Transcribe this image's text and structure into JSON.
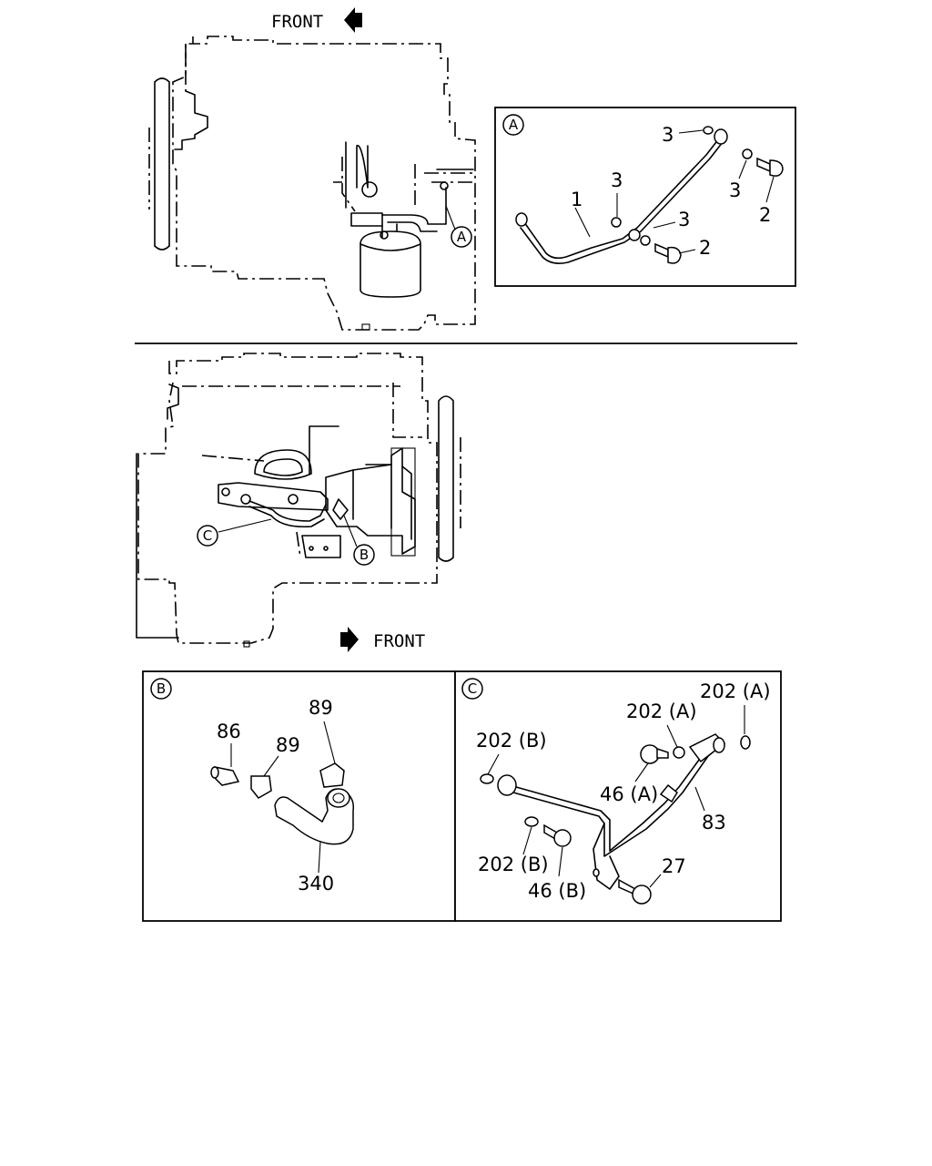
{
  "front_label_top": "FRONT",
  "front_label_bottom": "FRONT",
  "callouts": {
    "A": "A",
    "B": "B",
    "C": "C"
  },
  "detail_A": {
    "letter": "A",
    "parts": [
      "1",
      "2",
      "2",
      "3",
      "3",
      "3",
      "3"
    ]
  },
  "detail_B": {
    "letter": "B",
    "parts": [
      "86",
      "89",
      "89",
      "340"
    ]
  },
  "detail_C": {
    "letter": "C",
    "parts": [
      "202 (A)",
      "202 (A)",
      "202 (B)",
      "202 (B)",
      "46 (A)",
      "46 (B)",
      "83",
      "27"
    ]
  },
  "arrow_directions": {
    "top": "left",
    "bottom": "right"
  }
}
